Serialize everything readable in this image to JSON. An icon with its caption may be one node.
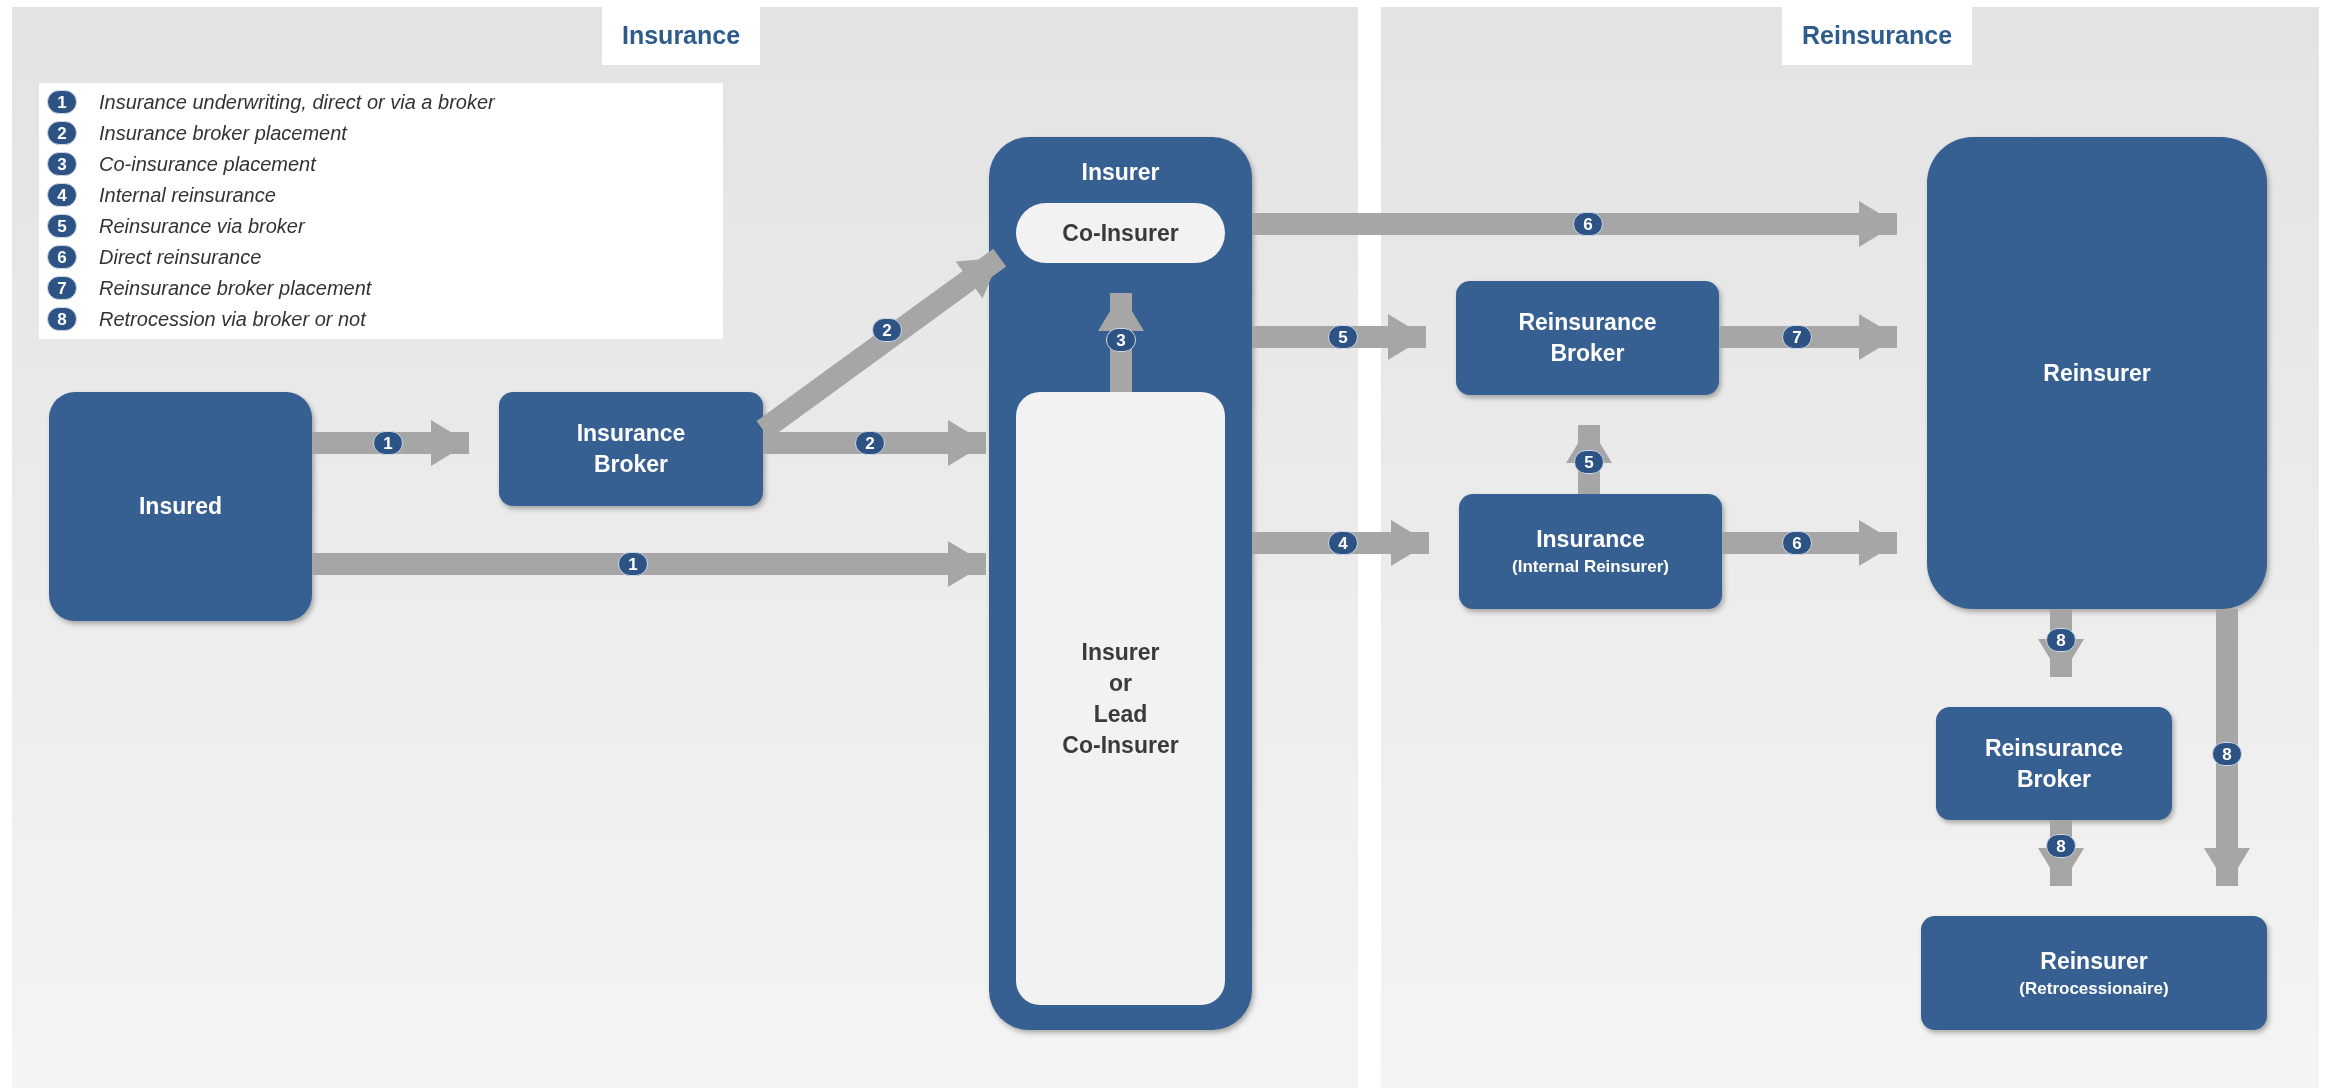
{
  "diagram": {
    "nodes": [
      {
        "text": [
          "Insurance"
        ]
      },
      {
        "text": [
          "Reinsurance"
        ]
      },
      {
        "text": [
          "Insured"
        ],
        "in": 0
      },
      {
        "text": [
          "Insurance Broker"
        ],
        "in": 0
      },
      {
        "text": [
          "Insurer"
        ],
        "in": 0
      },
      {
        "text": [
          "Co-Insurer"
        ],
        "in": 4
      },
      {
        "text": [
          "Insurer or Lead Co-Insurer"
        ],
        "in": 4
      },
      {
        "text": [
          "Reinsurance Broker"
        ],
        "in": 1
      },
      {
        "text": [
          "Insurance",
          "(Internal Reinsurer)"
        ],
        "in": 1
      },
      {
        "text": [
          "Reinsurer"
        ],
        "in": 1
      },
      {
        "text": [
          "Reinsurance Broker"
        ],
        "in": 1
      },
      {
        "text": [
          "Reinsurer",
          "(Retrocessionaire)"
        ],
        "in": 1
      }
    ],
    "edges": [
      {
        "from": 2,
        "to": 3,
        "arrow": "to",
        "label": "1"
      },
      {
        "from": 2,
        "to": 6,
        "arrow": "to",
        "label": "1"
      },
      {
        "from": 3,
        "to": 5,
        "arrow": "to",
        "label": "2"
      },
      {
        "from": 3,
        "to": 6,
        "arrow": "to",
        "label": "2"
      },
      {
        "from": 6,
        "to": 5,
        "arrow": "to",
        "label": "3"
      },
      {
        "from": 4,
        "to": 9,
        "arrow": "to",
        "label": "6"
      },
      {
        "from": 4,
        "to": 7,
        "arrow": "to",
        "label": "5"
      },
      {
        "from": 4,
        "to": 8,
        "arrow": "to",
        "label": "4"
      },
      {
        "from": 8,
        "to": 7,
        "arrow": "to",
        "label": "5"
      },
      {
        "from": 7,
        "to": 9,
        "arrow": "to",
        "label": "7"
      },
      {
        "from": 8,
        "to": 9,
        "arrow": "to",
        "label": "6"
      },
      {
        "from": 9,
        "to": 10,
        "arrow": "to",
        "label": "8"
      },
      {
        "from": 9,
        "to": 11,
        "arrow": "to",
        "label": "8"
      },
      {
        "from": 10,
        "to": 11,
        "arrow": "to",
        "label": "8"
      }
    ],
    "labels": [
      "1",
      "Insurance underwriting, direct or via a broker",
      "2",
      "Insurance broker placement",
      "3",
      "Co-insurance placement",
      "4",
      "Internal reinsurance",
      "5",
      "Reinsurance via broker",
      "6",
      "Direct reinsurance",
      "7",
      "Reinsurance broker placement",
      "8",
      "Retrocession via broker or not"
    ]
  }
}
